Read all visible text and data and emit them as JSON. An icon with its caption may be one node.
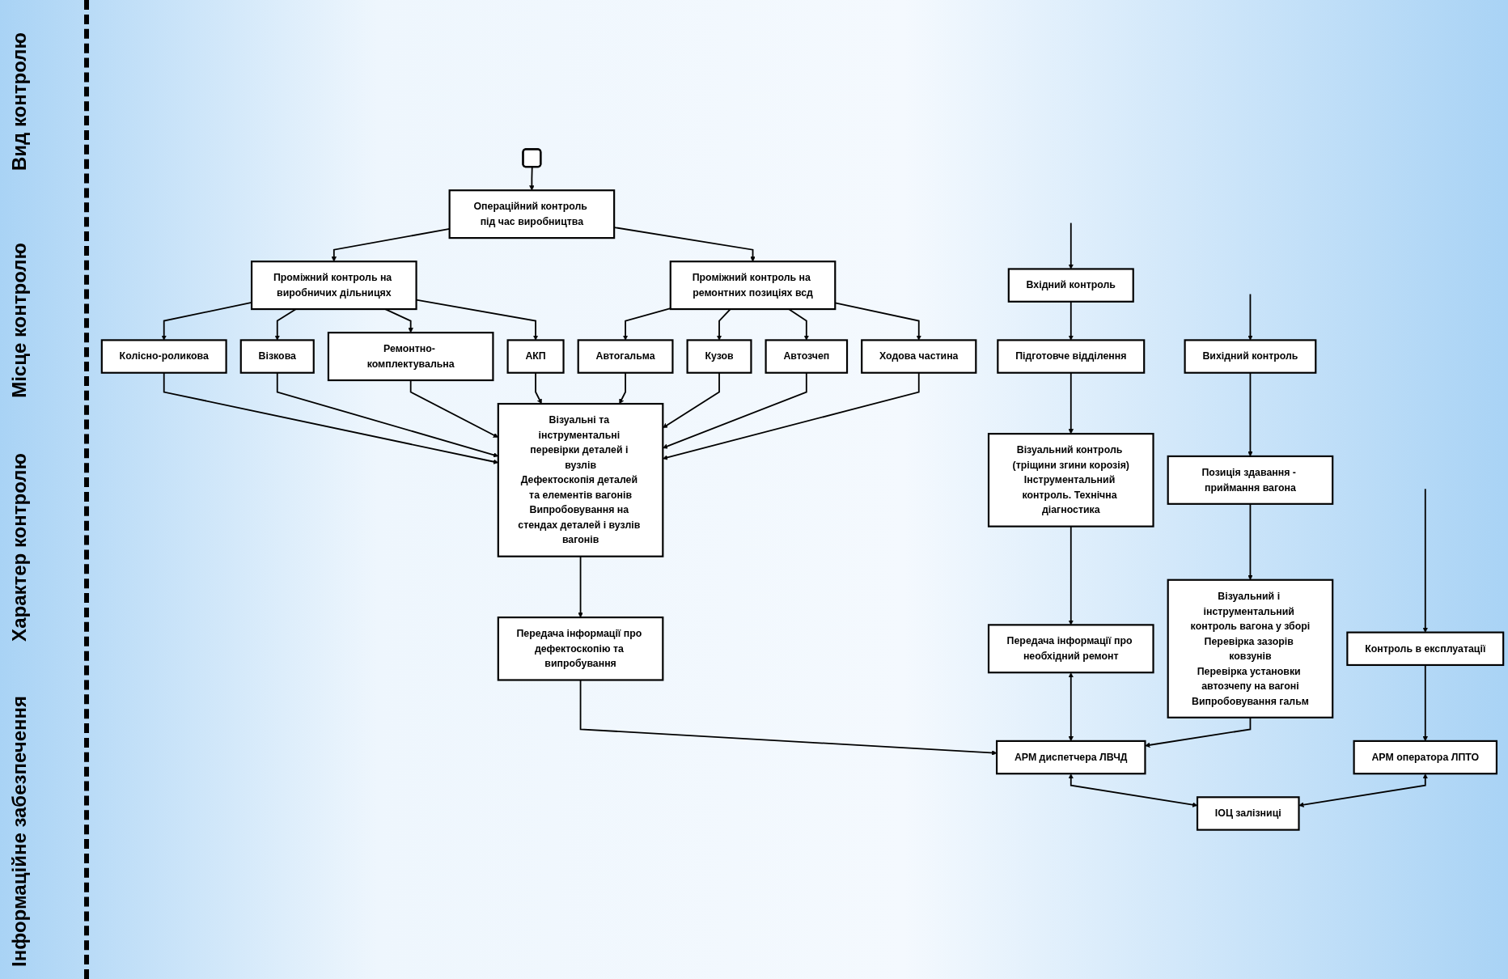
{
  "diagram": {
    "nodes": [
      {
        "text": [],
        "shape": "box"
      },
      {
        "text": [
          "Вхідний контроль"
        ]
      },
      {
        "text": [
          "Операційний контроль під час виробництва"
        ]
      },
      {
        "text": [
          "Контроль в експлуатації"
        ]
      },
      {
        "text": [
          "Підготовче відділення"
        ]
      },
      {
        "text": [
          "Проміжний контроль на виробничих дільницях"
        ]
      },
      {
        "text": [
          "Проміжний контроль на ремонтних позиціях всд"
        ]
      },
      {
        "text": [
          "Вихідний контроль"
        ]
      },
      {
        "text": [
          "Позиція здавання - приймання вагона"
        ]
      },
      {
        "text": [
          "Візуальний контроль (тріщини згини корозія)",
          "Інструментальний контроль. Технічна діагностика"
        ]
      },
      {
        "text": [
          "Колісно-роликова"
        ]
      },
      {
        "text": [
          "Візкова"
        ]
      },
      {
        "text": [
          "Ремонтно- комплектувальна"
        ]
      },
      {
        "text": [
          "АКП"
        ]
      },
      {
        "text": [
          "Автогальма"
        ]
      },
      {
        "text": [
          "Кузов"
        ]
      },
      {
        "text": [
          "Автозчеп"
        ]
      },
      {
        "text": [
          "Ходова частина"
        ]
      },
      {
        "text": [
          "Візуальний і інструментальний контроль вагона у зборі",
          "Перевірка зазорів ковзунів",
          "Перевірка установки автозчепу на вагоні",
          "Випробовування гальм"
        ]
      },
      {
        "text": [
          "Візуальні та інструментальні перевірки деталей і вузлів",
          "Дефектоскопія деталей та елементів вагонів",
          "Випробовування на стендах деталей і вузлів вагонів"
        ]
      },
      {
        "text": [
          "АРМ оператора ЛПТО"
        ]
      },
      {
        "text": [
          "Передача інформації про необхідний ремонт"
        ]
      },
      {
        "text": [
          "Передача інформації про дефектоскопію та випробування"
        ]
      },
      {
        "text": [
          "АРМ диспетчера ЛВЧД"
        ]
      },
      {
        "text": [
          "ІОЦ залізниці"
        ]
      }
    ],
    "edges": [
      {
        "from": null,
        "to": 1,
        "arrow": "to"
      },
      {
        "from": 0,
        "to": 2,
        "arrow": "to"
      },
      {
        "from": null,
        "to": 7,
        "arrow": "to"
      },
      {
        "from": null,
        "to": 3,
        "arrow": "to"
      },
      {
        "from": 1,
        "to": 4,
        "arrow": "to"
      },
      {
        "from": 4,
        "to": 9,
        "arrow": "to"
      },
      {
        "from": 2,
        "to": 5,
        "arrow": "to"
      },
      {
        "from": 2,
        "to": 6,
        "arrow": "to"
      },
      {
        "from": 5,
        "to": 10,
        "arrow": "to"
      },
      {
        "from": 5,
        "to": 11,
        "arrow": "to"
      },
      {
        "from": 5,
        "to": 12,
        "arrow": "to"
      },
      {
        "from": 5,
        "to": 13,
        "arrow": "to"
      },
      {
        "from": 6,
        "to": 14,
        "arrow": "to"
      },
      {
        "from": 6,
        "to": 15,
        "arrow": "to"
      },
      {
        "from": 6,
        "to": 16,
        "arrow": "to"
      },
      {
        "from": 6,
        "to": 17,
        "arrow": "to"
      },
      {
        "from": 7,
        "to": 8,
        "arrow": "to"
      },
      {
        "from": 8,
        "to": 18,
        "arrow": "to"
      },
      {
        "from": 10,
        "to": 19,
        "arrow": "to"
      },
      {
        "from": 11,
        "to": 19,
        "arrow": "to"
      },
      {
        "from": 12,
        "to": 19,
        "arrow": "to"
      },
      {
        "from": 13,
        "to": 19,
        "arrow": "to"
      },
      {
        "from": 14,
        "to": 19,
        "arrow": "to"
      },
      {
        "from": 15,
        "to": 19,
        "arrow": "to"
      },
      {
        "from": 16,
        "to": 19,
        "arrow": "to"
      },
      {
        "from": 17,
        "to": 19,
        "arrow": "to"
      },
      {
        "from": 19,
        "to": 22,
        "arrow": "to"
      },
      {
        "from": 22,
        "to": 23,
        "arrow": "to"
      },
      {
        "from": 9,
        "to": 21,
        "arrow": "to"
      },
      {
        "from": 21,
        "to": 23,
        "arrow": "both"
      },
      {
        "from": 18,
        "to": 23,
        "arrow": "to"
      },
      {
        "from": 23,
        "to": 24,
        "arrow": "both"
      },
      {
        "from": 3,
        "to": 20,
        "arrow": "to"
      },
      {
        "from": 20,
        "to": 24,
        "arrow": "both"
      }
    ],
    "labels": [
      "Вид контролю",
      "Місце контролю",
      "Характер контролю",
      "Інформаційне забезпечення"
    ]
  }
}
